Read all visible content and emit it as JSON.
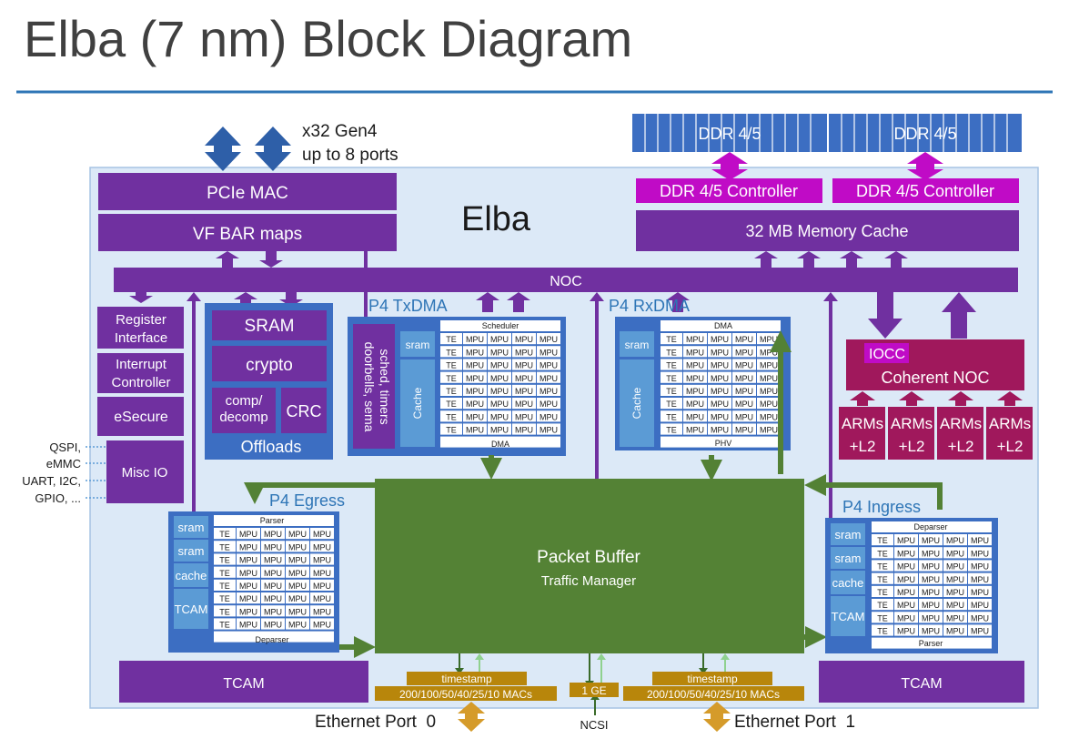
{
  "title": "Elba (7 nm) Block Diagram",
  "chip_label": "Elba",
  "pcie": {
    "note_line1": "x32 Gen4",
    "note_line2": "up to 8 ports",
    "mac": "PCIe MAC",
    "vf_bar": "VF BAR maps"
  },
  "ddr": {
    "banks": [
      "DDR 4/5",
      "DDR 4/5"
    ],
    "controllers": [
      "DDR 4/5 Controller",
      "DDR 4/5 Controller"
    ],
    "memory_cache": "32 MB Memory Cache"
  },
  "noc": "NOC",
  "left_blocks": [
    "Register Interface",
    "Interrupt Controller",
    "eSecure",
    "Misc IO"
  ],
  "misc_io_labels": [
    "QSPI,",
    "eMMC",
    "UART, I2C,",
    "GPIO, ..."
  ],
  "offloads": {
    "label": "Offloads",
    "sram": "SRAM",
    "crypto": "crypto",
    "comp": "comp/ decomp",
    "crc": "CRC"
  },
  "txdma": {
    "title": "P4 TxDMA",
    "sched_lines": [
      "sched, timers",
      "doorbells, sema"
    ],
    "sram": "sram",
    "cache": "Cache",
    "header": "Scheduler",
    "footer": "DMA"
  },
  "rxdma": {
    "title": "P4 RxDMA",
    "sram": "sram",
    "cache": "Cache",
    "header": "DMA",
    "footer": "PHV"
  },
  "egress": {
    "title": "P4 Egress",
    "side": [
      "sram",
      "sram",
      "cache",
      "TCAM"
    ],
    "header": "Parser",
    "footer": "Deparser"
  },
  "ingress": {
    "title": "P4 Ingress",
    "side": [
      "sram",
      "sram",
      "cache",
      "TCAM"
    ],
    "header": "Deparser",
    "footer": "Parser"
  },
  "grid_cells": [
    "TE",
    "MPU",
    "MPU",
    "MPU",
    "MPU"
  ],
  "coherent": {
    "iocc": "IOCC",
    "noc": "Coherent NOC",
    "arm_line1": "ARMs",
    "arm_line2": "+L2",
    "arm_count": 4
  },
  "packet_buffer": {
    "title": "Packet Buffer",
    "subtitle": "Traffic Manager"
  },
  "tcam": [
    "TCAM",
    "TCAM"
  ],
  "ports": {
    "timestamp": "timestamp",
    "macs": "200/100/50/40/25/10 MACs",
    "gige": "1 GE",
    "ncsi": "NCSI",
    "eth0": "Ethernet Port  0",
    "eth1": "Ethernet Port  1"
  },
  "colors": {
    "purple": "#7030a0",
    "magenta": "#c00bc6",
    "maroon": "#a0185c",
    "blue": "#3c6ec2",
    "green": "#538135",
    "gold": "#b8860b",
    "chip_bg": "#dce9f7"
  }
}
